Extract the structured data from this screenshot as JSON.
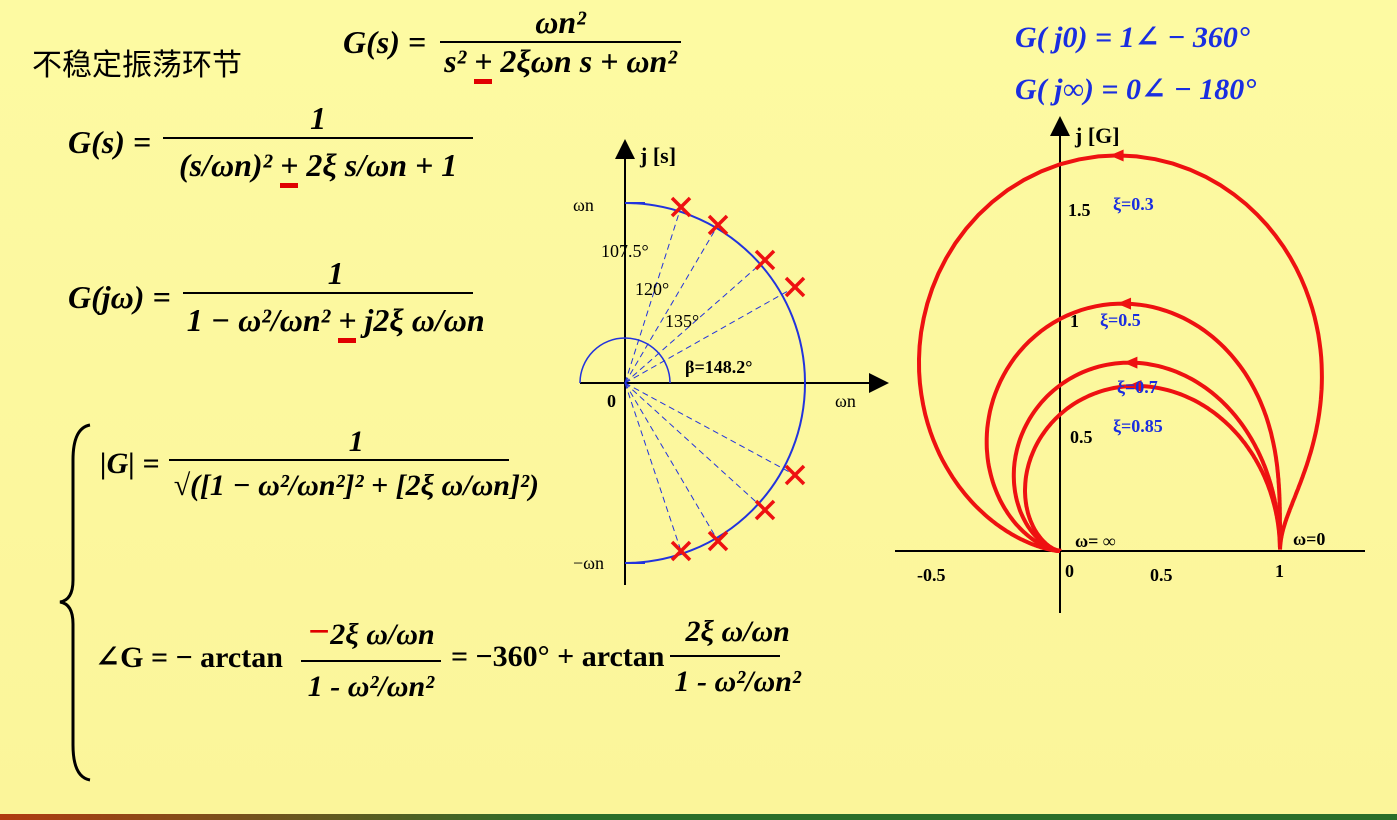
{
  "title": "不稳定振荡环节",
  "eq_top": {
    "lhs": "G(s) =",
    "num": "ωn²",
    "den_a": "s² ",
    "den_pm": "+",
    "den_b": " 2ξωn s + ωn²"
  },
  "eq1": {
    "lhs": "G(s) =",
    "num": "1",
    "den_a": "(s/ωn)² ",
    "den_pm": "+",
    "den_b": " 2ξ s/ωn + 1"
  },
  "eq2": {
    "lhs": "G(jω) =",
    "num": "1",
    "den_a": "1 − ω²/ωn² ",
    "den_pm": "+",
    "den_b": " j2ξ ω/ωn"
  },
  "eq3": {
    "lhs": "|G| =",
    "num": "1",
    "den": "√([1 − ω²/ωn²]² + [2ξ ω/ωn]²)"
  },
  "eq4": {
    "lhs": "∠G = − arctan",
    "num_minus": "−",
    "num": "2ξ ω/ωn",
    "den": "1 - ω²/ωn²",
    "mid": "= −360° + arctan",
    "num2": "2ξ ω/ωn",
    "den2": "1 - ω²/ωn²"
  },
  "topright": {
    "line1": "G( j0) = 1∠ − 360°",
    "line2": "G( j∞) = 0∠ − 180°"
  },
  "splane": {
    "axis_y": "j  [s]",
    "axis_x": "ωn",
    "origin": "0",
    "wn_top": "ωn",
    "wn_bot": "−ωn",
    "angles": [
      "107.5°",
      "120°",
      "135°",
      "β=148.2°"
    ]
  },
  "nyquist": {
    "axis_y": "j   [G]",
    "ticks_x": [
      "-0.5",
      "0",
      "0.5",
      "1"
    ],
    "ticks_y": [
      "1.5",
      "1",
      "0.5"
    ],
    "w_inf": "ω= ∞",
    "w_zero": "ω=0",
    "curves": [
      {
        "label": "ξ=0.3",
        "xi": 0.3
      },
      {
        "label": "ξ=0.5",
        "xi": 0.5
      },
      {
        "label": "ξ=0.7",
        "xi": 0.7
      },
      {
        "label": "ξ=0.85",
        "xi": 0.85
      }
    ],
    "curve_color": "#ee1111",
    "label_color": "#1a2ee0"
  }
}
